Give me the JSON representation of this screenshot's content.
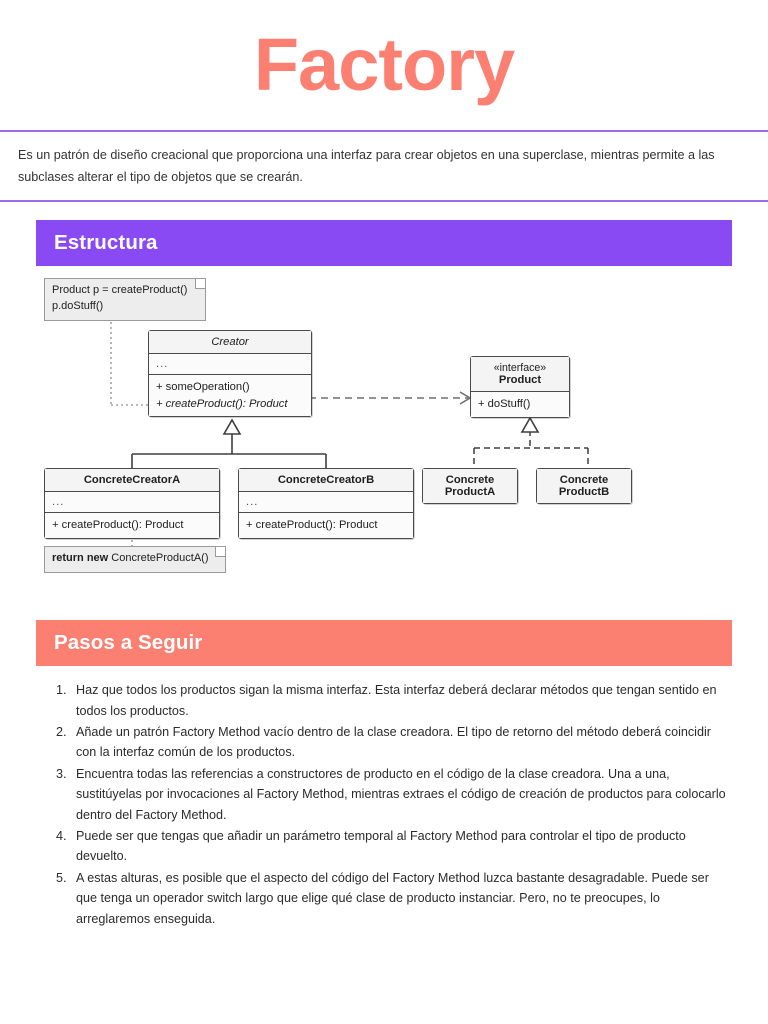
{
  "title": "Factory",
  "description": "Es un patrón de diseño creacional que proporciona una interfaz para crear objetos en una superclase, mientras permite a las subclases alterar el tipo de objetos que se crearán.",
  "sections": {
    "structure": {
      "label": "Estructura",
      "color": "#8A4AF3"
    },
    "steps": {
      "label": "Pasos a Seguir",
      "color": "#FB8072"
    }
  },
  "theme": {
    "title_color": "#FB8072",
    "rule_color": "#9C6BEA",
    "purple": "#8A4AF3",
    "coral": "#FB8072",
    "uml_border": "#4a4a4a",
    "uml_fill": "#fbfbfb",
    "note_fill": "#ededed"
  },
  "diagram": {
    "type": "uml-class-diagram",
    "notes": [
      {
        "id": "note-usage",
        "line1": "Product p = createProduct()",
        "line2": "p.doStuff()"
      },
      {
        "id": "note-return",
        "bold": "return new",
        "rest": " ConcreteProductA()"
      }
    ],
    "classes": [
      {
        "id": "creator",
        "name": "Creator",
        "abstract": true,
        "attributes": "...",
        "operations": [
          "+ someOperation()",
          "+ createProduct(): Product"
        ],
        "italic_operations": [
          false,
          true
        ]
      },
      {
        "id": "product",
        "stereotype": "«interface»",
        "name": "Product",
        "operations": [
          "+ doStuff()"
        ]
      },
      {
        "id": "concrete-creator-a",
        "name": "ConcreteCreatorA",
        "attributes": "...",
        "operations": [
          "+ createProduct(): Product"
        ]
      },
      {
        "id": "concrete-creator-b",
        "name": "ConcreteCreatorB",
        "attributes": "...",
        "operations": [
          "+ createProduct(): Product"
        ]
      },
      {
        "id": "concrete-product-a",
        "name_line1": "Concrete",
        "name_line2": "ProductA"
      },
      {
        "id": "concrete-product-b",
        "name_line1": "Concrete",
        "name_line2": "ProductB"
      }
    ],
    "relations": [
      {
        "from": "concrete-creator-a",
        "to": "creator",
        "type": "generalization"
      },
      {
        "from": "concrete-creator-b",
        "to": "creator",
        "type": "generalization"
      },
      {
        "from": "concrete-product-a",
        "to": "product",
        "type": "realization"
      },
      {
        "from": "concrete-product-b",
        "to": "product",
        "type": "realization"
      },
      {
        "from": "creator",
        "to": "product",
        "type": "dependency"
      }
    ]
  },
  "steps": [
    "Haz que todos los productos sigan la misma interfaz. Esta interfaz deberá declarar métodos que tengan sentido en todos los productos.",
    "Añade un patrón Factory Method vacío dentro de la clase creadora. El tipo de retorno del método deberá coincidir con la interfaz común de los productos.",
    "Encuentra todas las referencias a constructores de producto en el código de la clase creadora. Una a una, sustitúyelas por invocaciones al Factory Method, mientras extraes el código de creación de productos para colocarlo dentro del Factory Method.",
    "Puede ser que tengas que añadir un parámetro temporal al Factory Method para controlar el tipo de producto devuelto.",
    "A estas alturas, es posible que el aspecto del código del Factory Method luzca bastante desagradable. Puede ser que tenga un operador switch largo que elige qué clase de producto instanciar. Pero, no te preocupes, lo arreglaremos enseguida."
  ]
}
